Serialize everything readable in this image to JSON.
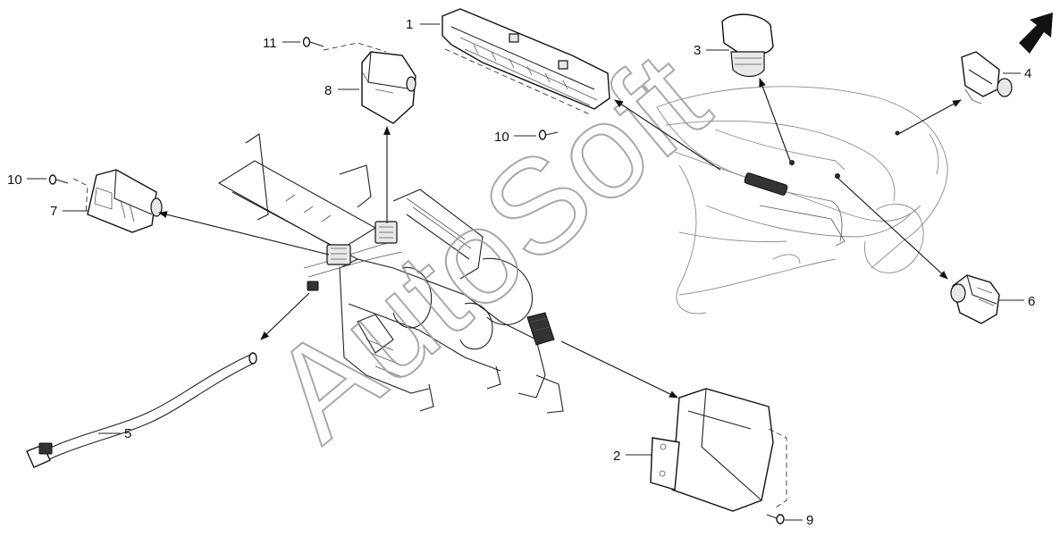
{
  "callouts": [
    {
      "id": "1",
      "text": "1"
    },
    {
      "id": "2",
      "text": "2"
    },
    {
      "id": "3",
      "text": "3"
    },
    {
      "id": "4",
      "text": "4"
    },
    {
      "id": "5",
      "text": "5"
    },
    {
      "id": "6",
      "text": "6"
    },
    {
      "id": "7",
      "text": "7"
    },
    {
      "id": "8",
      "text": "8"
    },
    {
      "id": "9",
      "text": "9"
    },
    {
      "id": "10a",
      "text": "10"
    },
    {
      "id": "10b",
      "text": "10"
    },
    {
      "id": "11",
      "text": "11"
    }
  ],
  "watermark": {
    "text": "AutoSoft",
    "color": "#9a9a9a"
  },
  "colors": {
    "line": "#111111",
    "vehicle_outline": "#8a8a8a",
    "background": "#ffffff"
  },
  "icons": {
    "direction_indicator": "forward-arrow-icon"
  }
}
